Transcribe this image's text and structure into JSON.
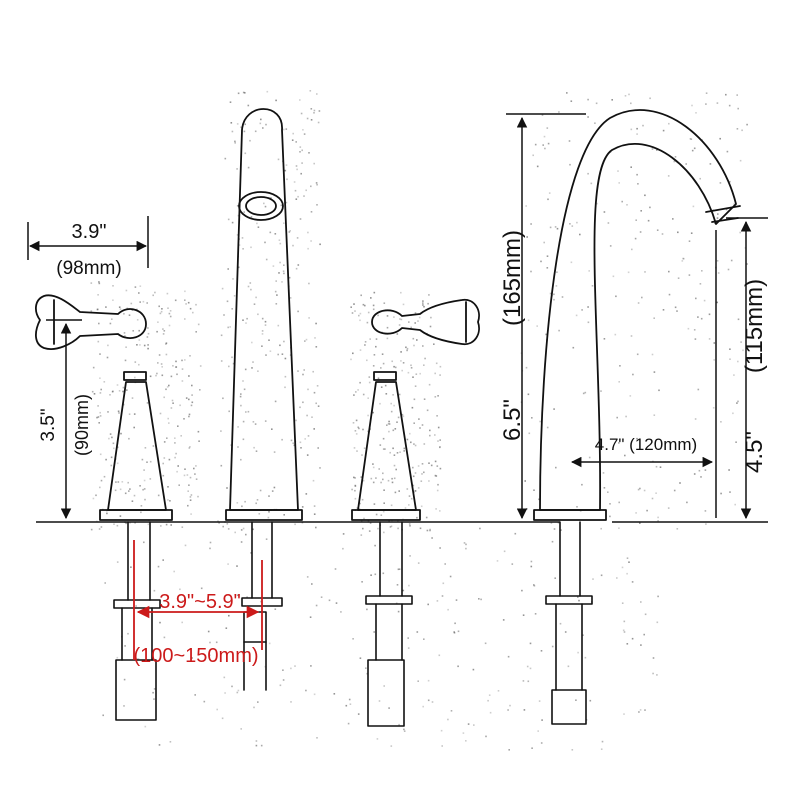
{
  "colors": {
    "line": "#111111",
    "speckle": "#555555",
    "accent": "#cc1a1a",
    "background": "#ffffff"
  },
  "handle_width": {
    "inches": "3.9\"",
    "mm": "(98mm)"
  },
  "handle_height": {
    "inches": "3.5\"",
    "mm": "(90mm)"
  },
  "spread": {
    "inches": "3.9\"~5.9\"",
    "mm": "(100~150mm)"
  },
  "spout_height": {
    "inches": "6.5\"",
    "mm": "(165mm)"
  },
  "spout_clearance": {
    "inches": "4.5\"",
    "mm": "(115mm)"
  },
  "spout_reach": {
    "label": "4.7\" (120mm)"
  }
}
